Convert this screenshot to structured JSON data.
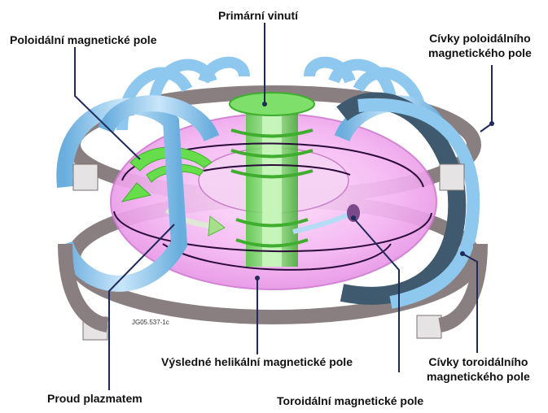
{
  "diagram": {
    "labels": {
      "primary_winding": "Primární vinutí",
      "poloidal_field": "Poloidální magnetické pole",
      "poloidal_coils_line1": "Cívky poloidálního",
      "poloidal_coils_line2": "magnetického pole",
      "helical_field": "Výsledné helikální magnetické pole",
      "toroidal_coils_line1": "Cívky toroidálního",
      "toroidal_coils_line2": "magnetického pole",
      "plasma_current": "Proud plazmatem",
      "toroidal_field": "Toroidální magnetické pole",
      "figure_code": "JG05.537-1c"
    },
    "colors": {
      "plasma": "#f0aef0",
      "toroidal_coil": "#8ec8ee",
      "toroidal_coil_dark": "#3f5a6e",
      "poloidal_coil": "#8a7f80",
      "primary_winding": "#7ee06a",
      "field_line": "#2a0a3a",
      "leader_line": "#1d2a5a"
    }
  }
}
